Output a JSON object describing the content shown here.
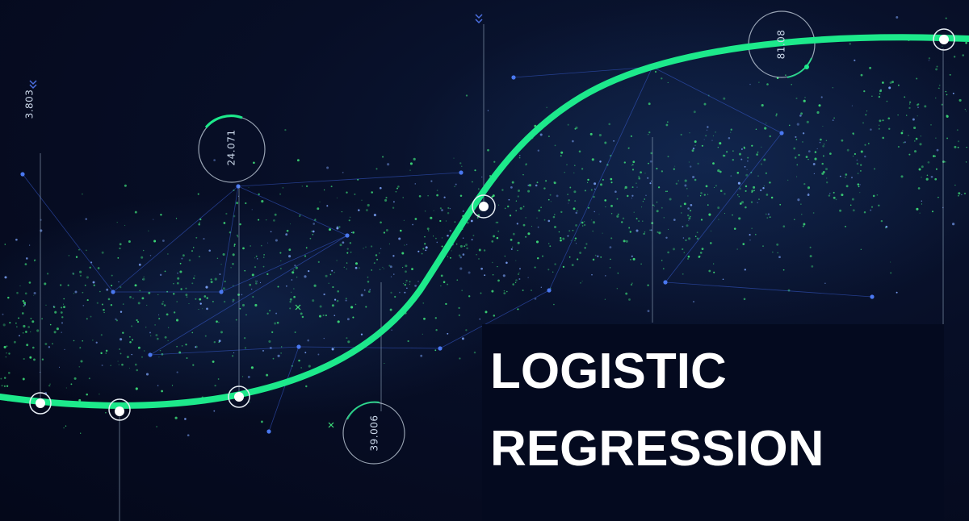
{
  "title": {
    "line1": "LOGISTIC",
    "line2": "REGRESSION"
  },
  "readouts": [
    "3.803",
    "24.071",
    "39.006",
    "81.08"
  ],
  "colors": {
    "background": "#050a1e",
    "curve": "#1de98b",
    "particles_green": "#3ee07a",
    "network_blue": "#3a5fd8",
    "title_box": "#040a1f",
    "title_text": "#ffffff"
  }
}
